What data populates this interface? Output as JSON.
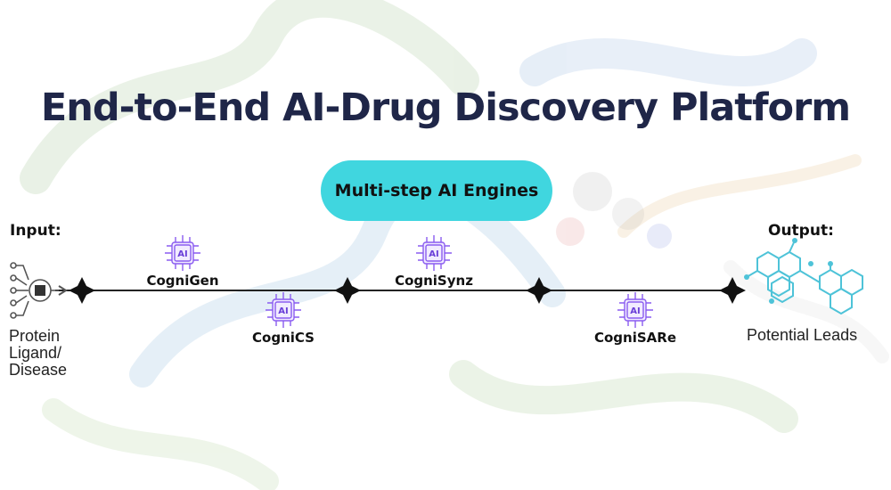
{
  "title": "End-to-End AI-Drug Discovery Platform",
  "stage_label": "Multi-step AI Engines",
  "input": {
    "heading": "Input:",
    "line1": "Protein",
    "line2": "Ligand/",
    "line3": "Disease"
  },
  "output": {
    "heading": "Output:",
    "label": "Potential Leads"
  },
  "engines": [
    {
      "name": "CogniGen",
      "chip_text": "AI"
    },
    {
      "name": "CogniCS",
      "chip_text": "AI"
    },
    {
      "name": "CogniSynz",
      "chip_text": "AI"
    },
    {
      "name": "CogniSARe",
      "chip_text": "AI"
    }
  ],
  "colors": {
    "title": "#1f2648",
    "pill": "#40d6df",
    "chip": "#8a5cf0",
    "molecule": "#4ec3d8"
  }
}
